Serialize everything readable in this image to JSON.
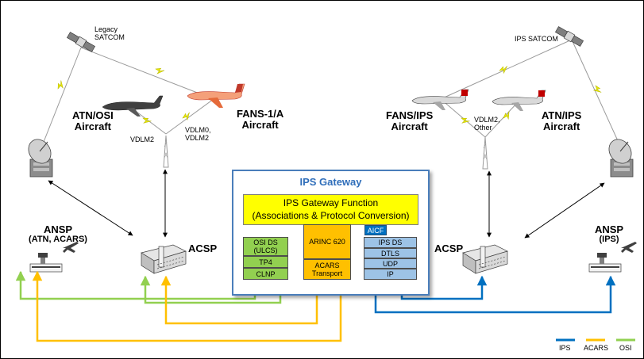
{
  "labels": {
    "legacy_satcom": "Legacy\nSATCOM",
    "ips_satcom": "IPS SATCOM",
    "atn_osi_aircraft": "ATN/OSI\nAircraft",
    "fans1a_aircraft": "FANS-1/A\nAircraft",
    "fans_ips_aircraft": "FANS/IPS\nAircraft",
    "atn_ips_aircraft": "ATN/IPS\nAircraft",
    "vdlm2_left": "VDLM2",
    "vdlm0_vdlm2": "VDLM0,\nVDLM2",
    "vdlm2_other": "VDLM2,\nOther",
    "ansp_left_title": "ANSP",
    "ansp_left_sub": "(ATN, ACARS)",
    "ansp_right_title": "ANSP",
    "ansp_right_sub": "(IPS)",
    "acsp_left": "ACSP",
    "acsp_right": "ACSP"
  },
  "gateway": {
    "title": "IPS Gateway",
    "function_line1": "IPS Gateway Function",
    "function_line2": "(Associations & Protocol Conversion)",
    "osi_stack": [
      "OSI DS\n(ULCS)",
      "TP4",
      "CLNP"
    ],
    "acars_stack": [
      "ARINC 620",
      "ACARS\nTransport"
    ],
    "aicf": "AICF",
    "ips_stack": [
      "IPS DS",
      "DTLS",
      "UDP",
      "IP"
    ]
  },
  "legend": [
    {
      "label": "IPS",
      "color": "#0070c0"
    },
    {
      "label": "ACARS",
      "color": "#ffc000"
    },
    {
      "label": "OSI",
      "color": "#92d050"
    }
  ],
  "colors": {
    "ips": "#0070c0",
    "acars": "#ffc000",
    "osi": "#92d050",
    "link": "#e8e800",
    "gateway_border": "#4a7ebb",
    "gateway_title": "#2f6eba"
  }
}
